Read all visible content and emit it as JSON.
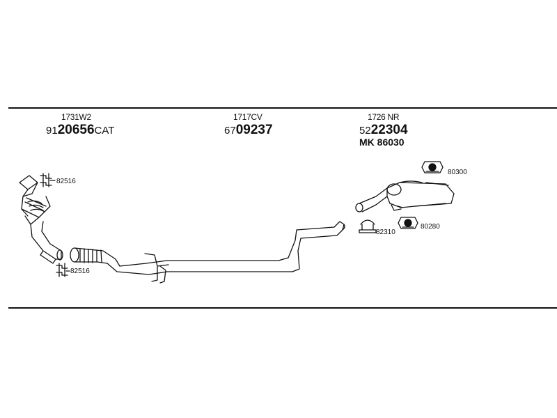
{
  "header_parts": [
    {
      "ref": "1731W2",
      "prefix": "91",
      "number": "20656",
      "suffix": "CAT"
    },
    {
      "ref": "1717CV",
      "prefix": "67",
      "number": "09237",
      "suffix": ""
    },
    {
      "ref": "1726 NR",
      "prefix": "52",
      "number": "22304",
      "suffix": ""
    }
  ],
  "mount_kit": "MK  86030",
  "fittings": {
    "clamp_top": "82516",
    "clamp_bottom": "82516",
    "hanger_top": "80300",
    "clip": "82310",
    "hanger_bottom": "80280"
  },
  "colors": {
    "line": "#111111",
    "fill": "#ffffff"
  }
}
